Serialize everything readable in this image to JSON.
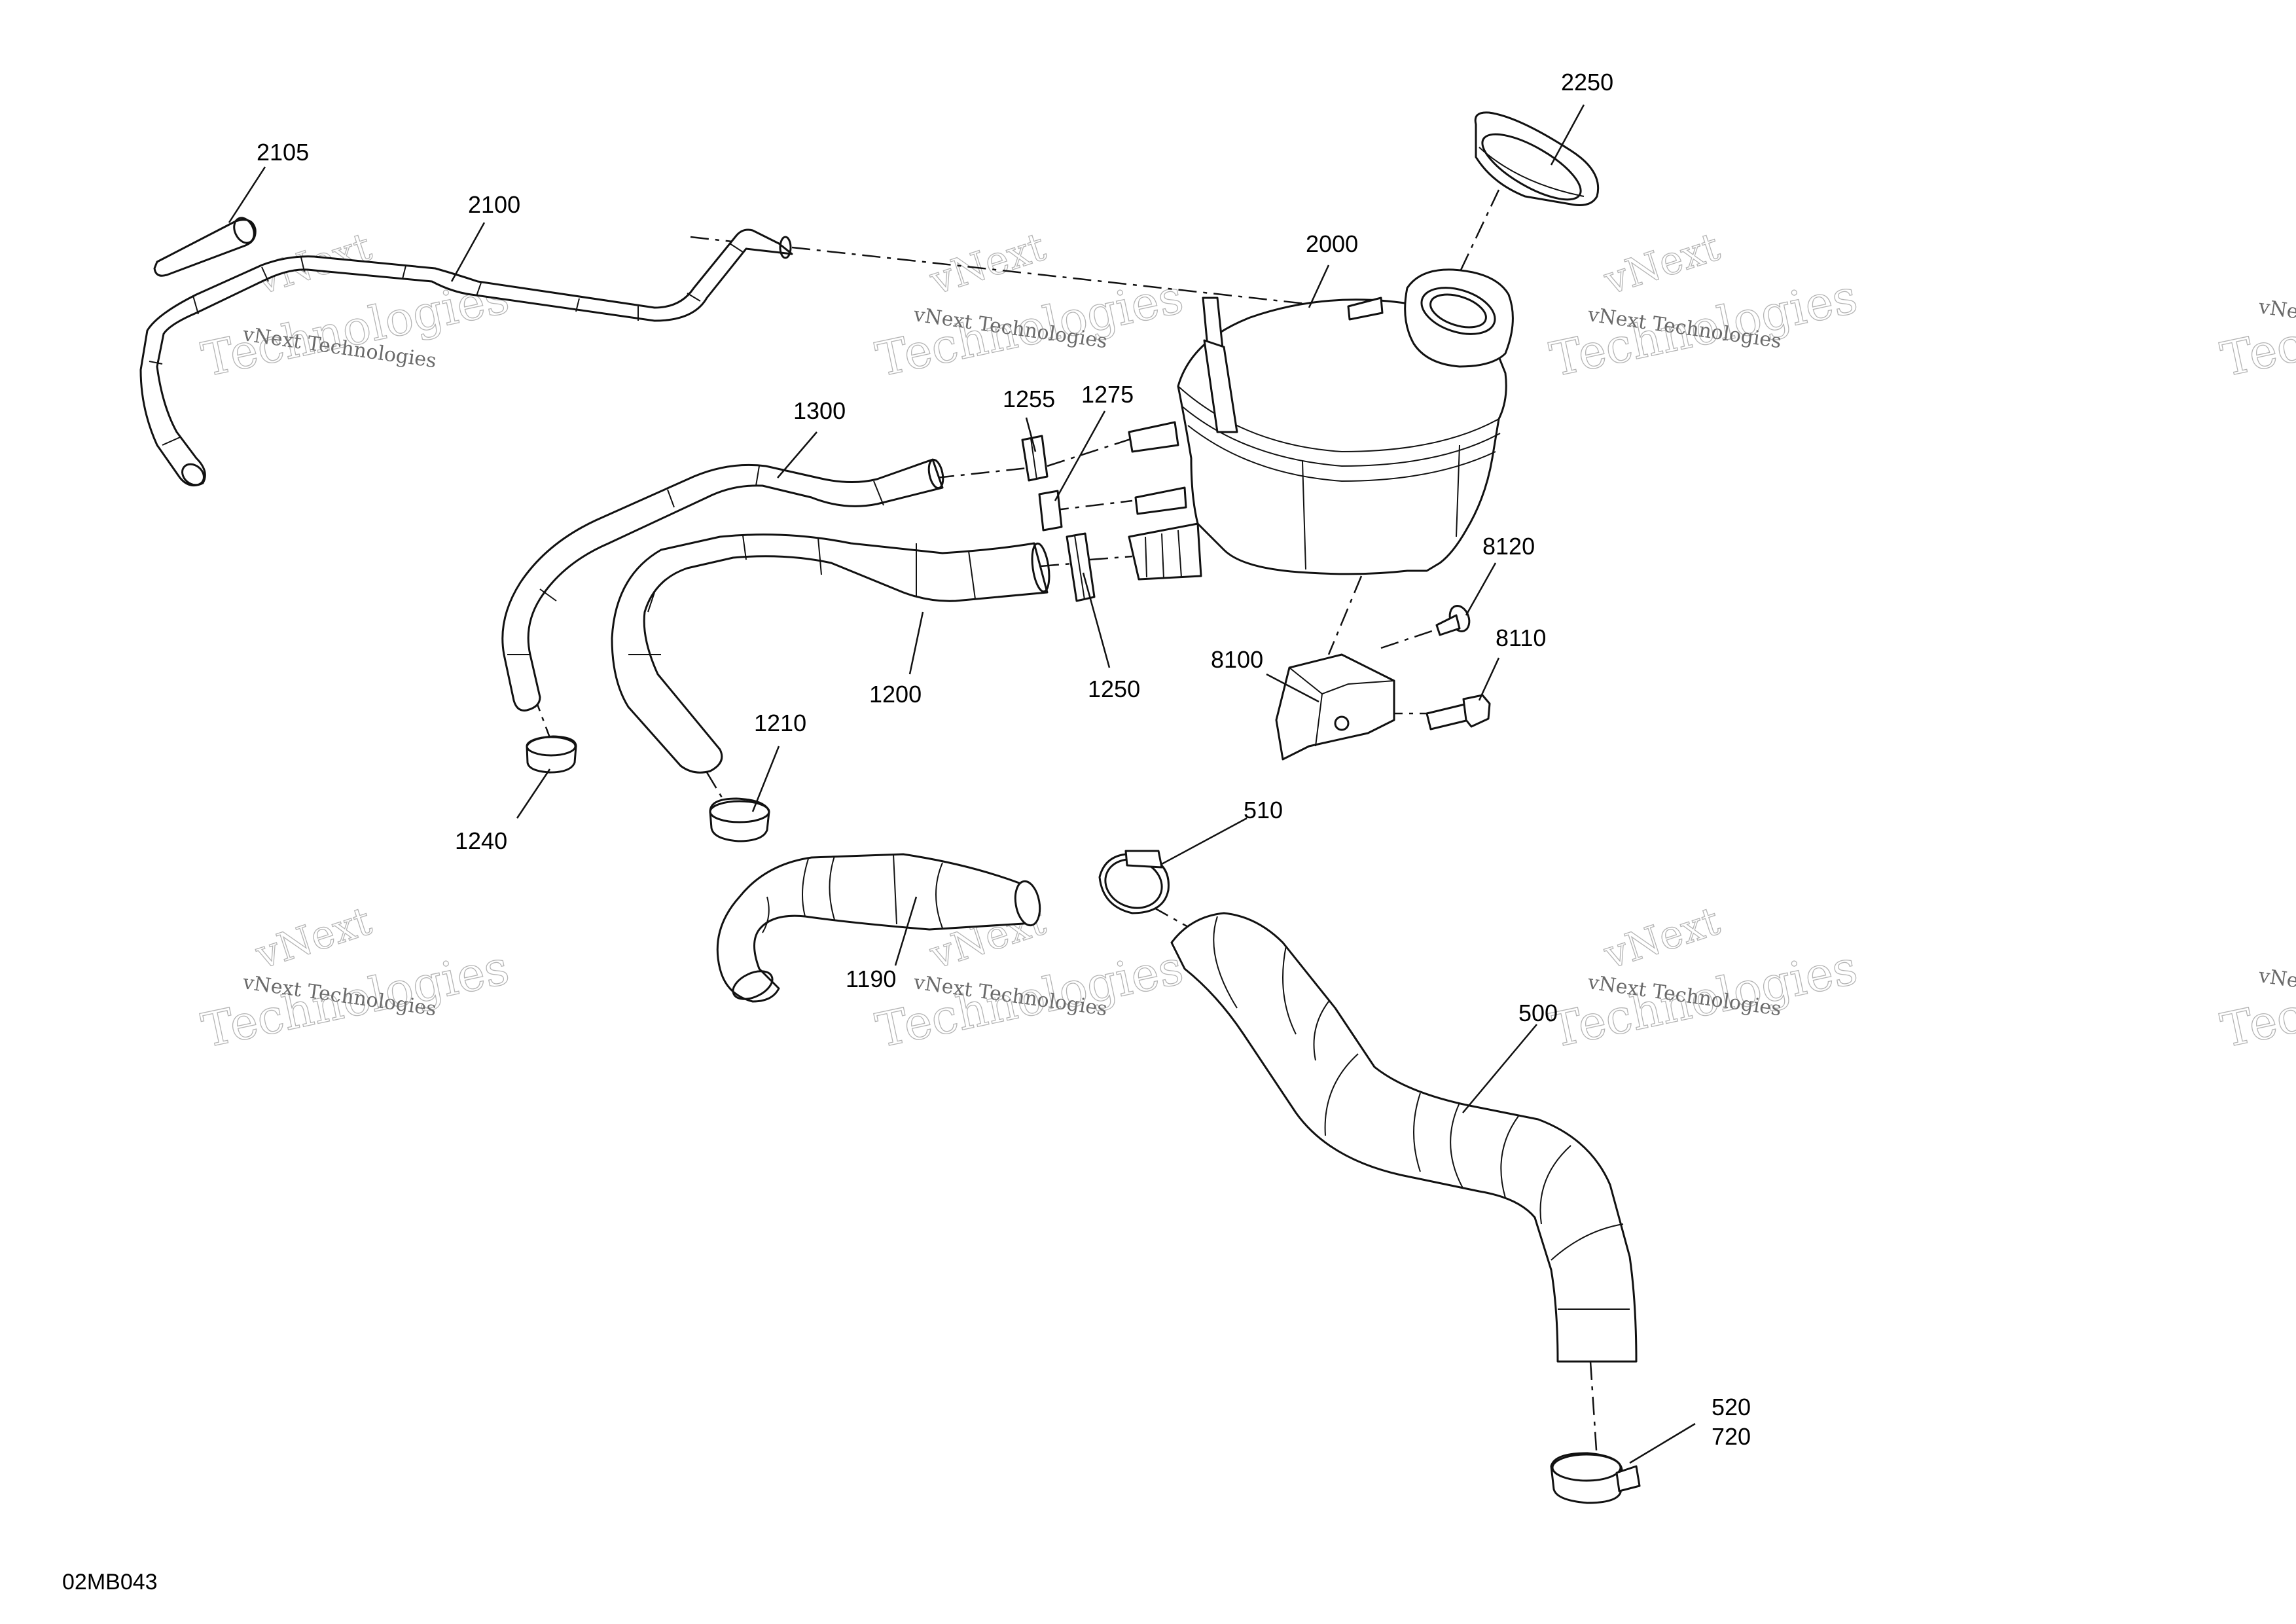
{
  "diagram": {
    "code": "02MB043",
    "callouts": [
      {
        "id": "2250",
        "label": "2250"
      },
      {
        "id": "2105",
        "label": "2105"
      },
      {
        "id": "2100",
        "label": "2100"
      },
      {
        "id": "2000",
        "label": "2000"
      },
      {
        "id": "1255",
        "label": "1255"
      },
      {
        "id": "1275",
        "label": "1275"
      },
      {
        "id": "1300",
        "label": "1300"
      },
      {
        "id": "8120",
        "label": "8120"
      },
      {
        "id": "8110",
        "label": "8110"
      },
      {
        "id": "8100",
        "label": "8100"
      },
      {
        "id": "1200",
        "label": "1200"
      },
      {
        "id": "1250",
        "label": "1250"
      },
      {
        "id": "1210",
        "label": "1210"
      },
      {
        "id": "1240",
        "label": "1240"
      },
      {
        "id": "510",
        "label": "510"
      },
      {
        "id": "1190",
        "label": "1190"
      },
      {
        "id": "500",
        "label": "500"
      },
      {
        "id": "520",
        "label": "520"
      },
      {
        "id": "720",
        "label": "720"
      }
    ],
    "watermark": {
      "brand": "vNext",
      "line_small": "vNext Technologies",
      "line_large": "Technologies"
    }
  }
}
